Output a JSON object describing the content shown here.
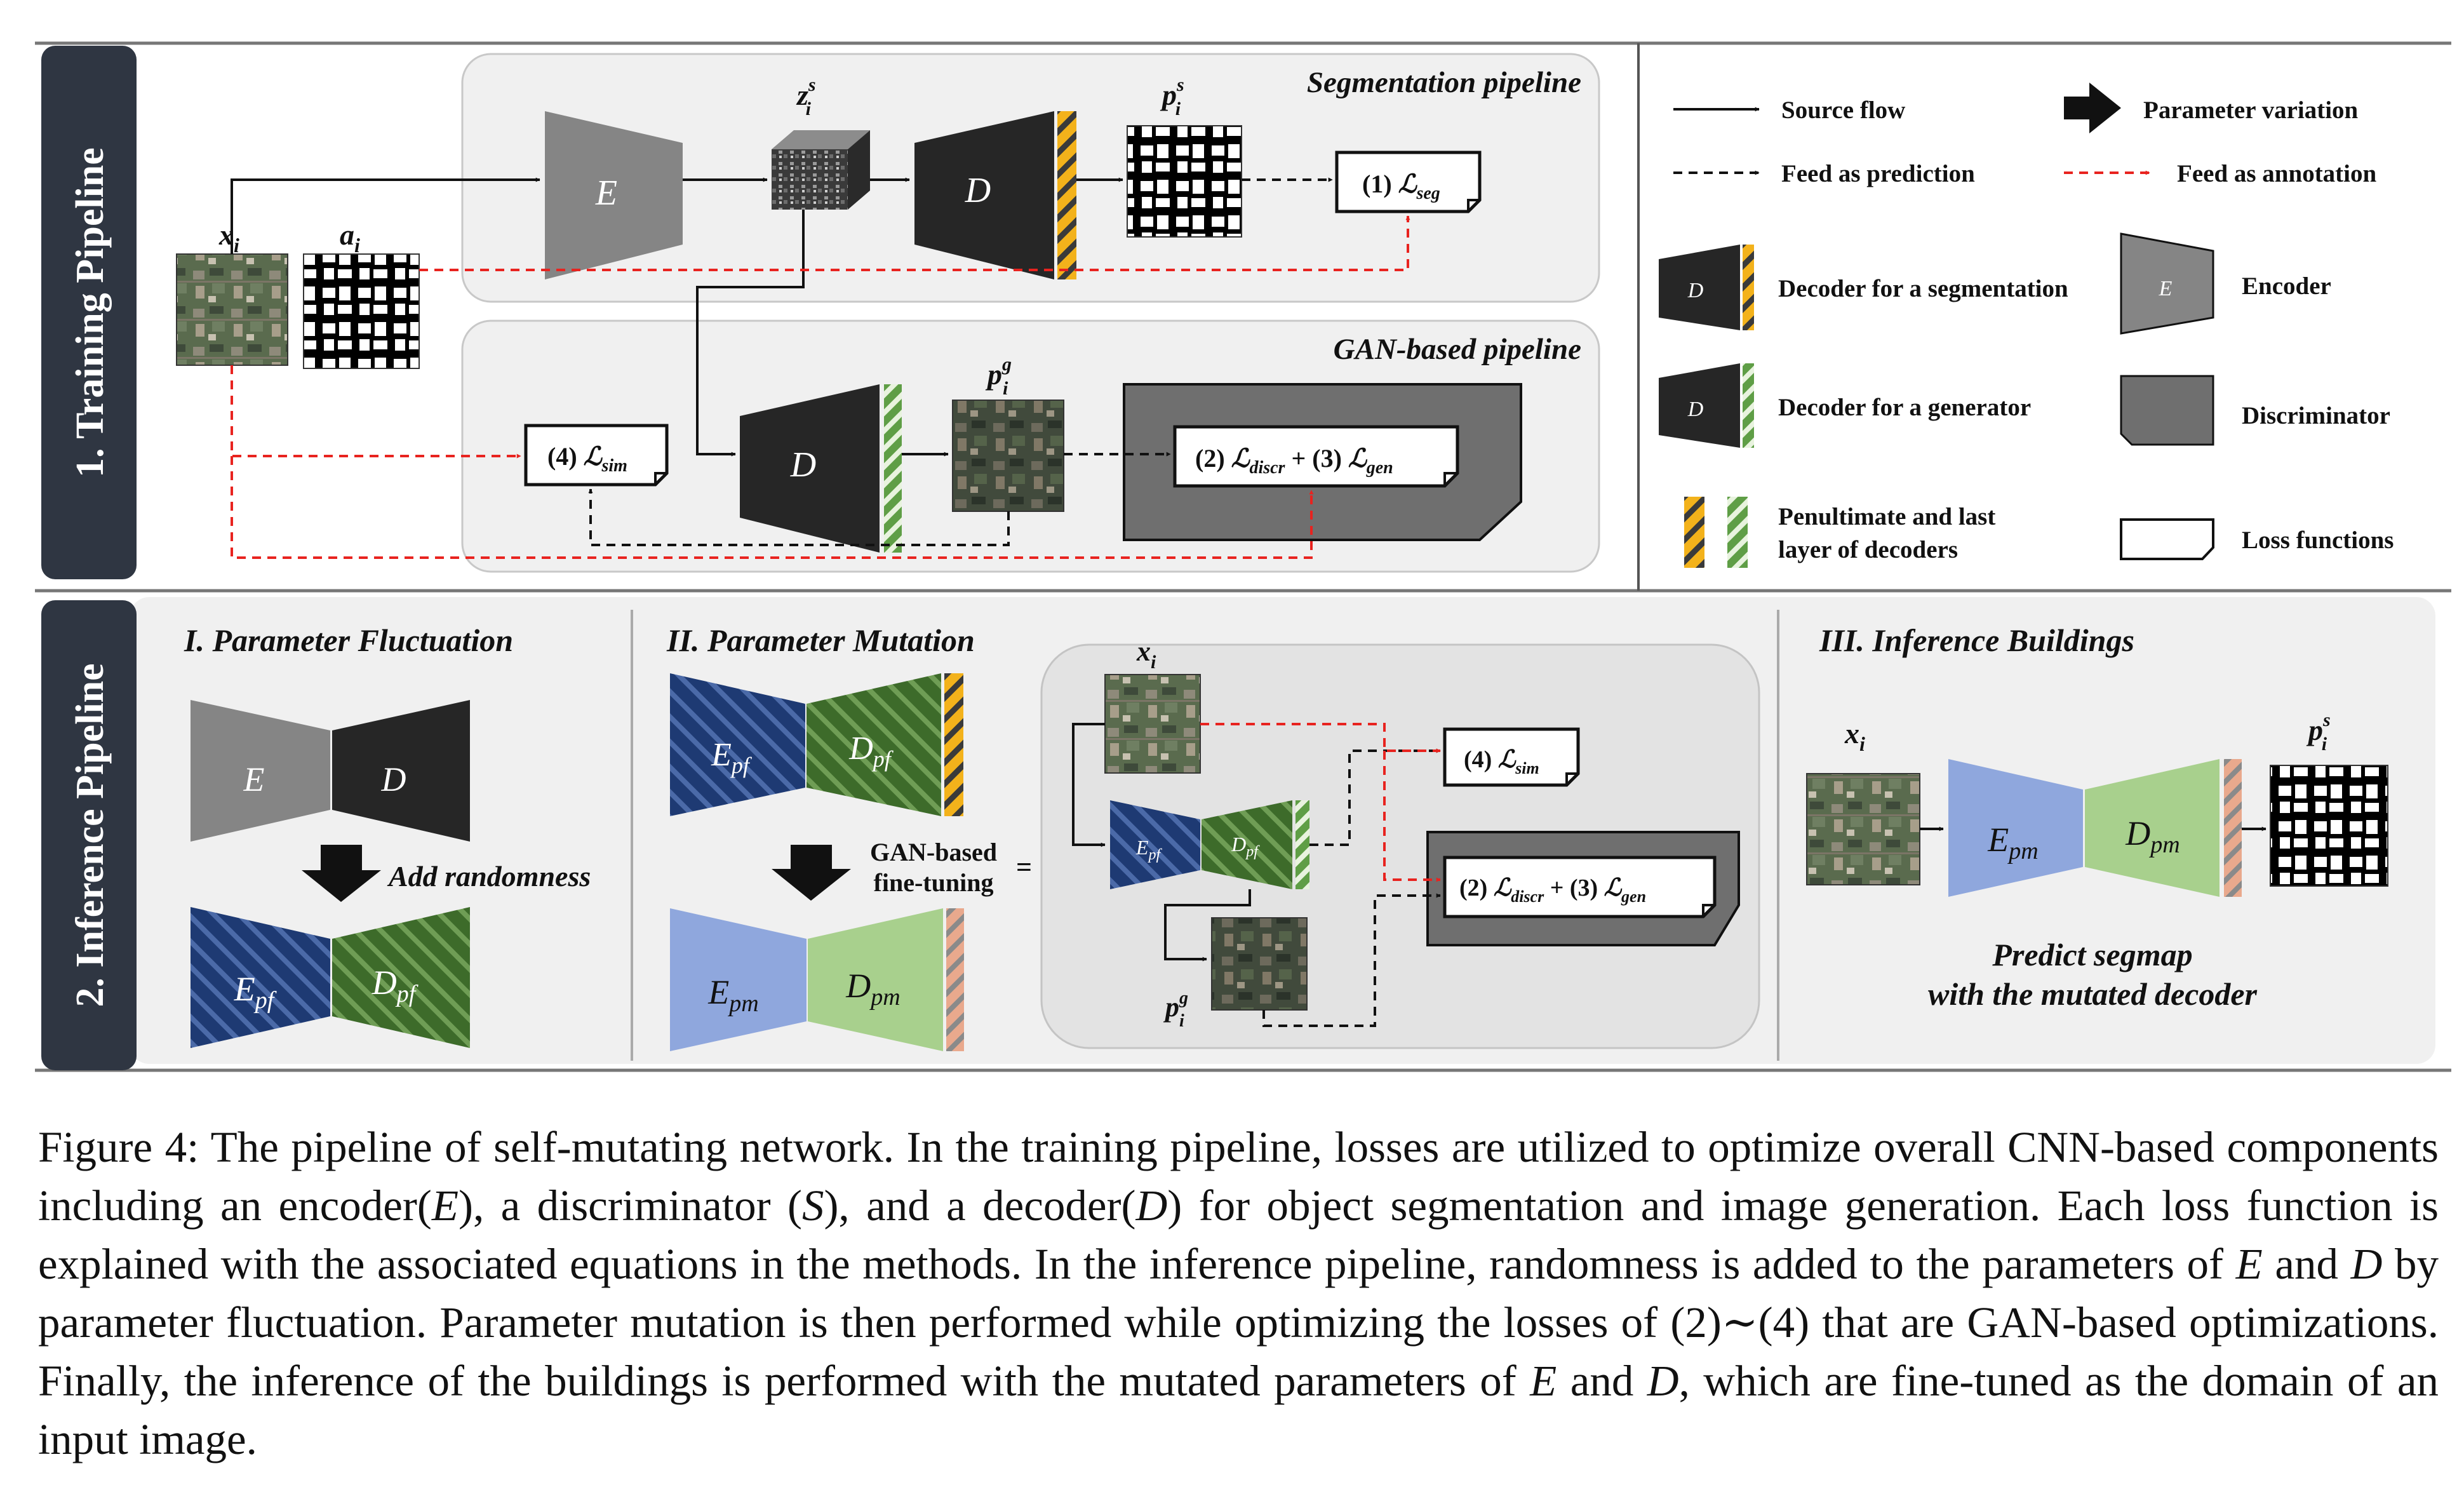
{
  "colors": {
    "accent_red": "#e8231f",
    "box_gray": "#6f6f6f",
    "decoder_dark": "#262626",
    "encoder_gray": "#858585",
    "penult_yellow": "#f3b21b",
    "last_green": "#5f9e46",
    "mutated_encoder": "#8fa7dd",
    "mutated_decoder": "#a8d08d",
    "mutated_stripe": "#e9a98d",
    "pf_blue": "#1e3a73",
    "pf_green": "#3d6b2a",
    "panel_bg": "#f0f0f0",
    "sidebar": "#2f3642"
  },
  "training": {
    "sidebar_label": "1. Training Pipeline",
    "seg_title": "Segmentation pipeline",
    "gan_title": "GAN-based pipeline",
    "x_label": "x",
    "x_sub": "i",
    "a_label": "a",
    "a_sub": "i",
    "z_label": "z",
    "z_sup": "s",
    "z_sub": "i",
    "ps_label": "p",
    "ps_sup": "s",
    "ps_sub": "i",
    "pg_label": "p",
    "pg_sup": "g",
    "pg_sub": "i",
    "encoder": "E",
    "decoder": "D",
    "loss_seg_num": "(1) ",
    "loss_seg_L": "ℒ",
    "loss_seg_sub": "seg",
    "loss_sim_num": "(4) ",
    "loss_sim_L": "ℒ",
    "loss_sim_sub": "sim",
    "loss_gan_num1": "(2) ",
    "loss_gan_L1": "ℒ",
    "loss_gan_sub1": "discr",
    "loss_gan_plus": " + (3) ",
    "loss_gan_L2": "ℒ",
    "loss_gan_sub2": "gen"
  },
  "legend": {
    "source_flow": "Source flow",
    "feed_prediction": "Feed as prediction",
    "parameter_variation": "Parameter variation",
    "feed_annotation": "Feed as annotation",
    "decoder_seg": "Decoder for a segmentation",
    "encoder": "Encoder",
    "decoder_gen": "Decoder for a generator",
    "discriminator": "Discriminator",
    "penult_line1": "Penultimate and last",
    "penult_line2": "layer of decoders",
    "loss_functions": "Loss functions",
    "icon_D": "D",
    "icon_E": "E"
  },
  "inference": {
    "sidebar_label": "2. Inference Pipeline",
    "s1_title": "I. Parameter Fluctuation",
    "s2_title": "II. Parameter Mutation",
    "s3_title": "III. Inference Buildings",
    "E": "E",
    "D": "D",
    "add_randomness": "Add randomness",
    "Epf": "E",
    "Epf_sub": "pf",
    "Dpf": "D",
    "Dpf_sub": "pf",
    "Epm": "E",
    "Epm_sub": "pm",
    "Dpm": "D",
    "Dpm_sub": "pm",
    "gan_ft_line1": "GAN-based",
    "gan_ft_line2": "fine-tuning",
    "equals": "=",
    "predict_line1": "Predict segmap",
    "predict_line2": "with the mutated decoder"
  },
  "caption": {
    "p1": "Figure 4: The pipeline of self-mutating network.  In the training pipeline, losses are utilized to optimize overall CNN-based components including an encoder(",
    "E1": "E",
    "p2": "), a discriminator (",
    "S1": "S",
    "p3": "), and a decoder(",
    "D1": "D",
    "p4": ") for object segmentation and image generation. Each loss function is explained with the associated equations in the methods. In the inference pipeline, randomness is added to the parameters of ",
    "E2": "E",
    "p5": " and ",
    "D2": "D",
    "p6": " by parameter fluctuation. Parameter mutation is then performed while optimizing the losses of (2)∼(4) that are GAN-based optimizations. Finally, the inference of the buildings is performed with the mutated parameters of ",
    "E3": "E",
    "p7": " and ",
    "D3": "D",
    "p8": ", which are fine-tuned as the domain of an input image."
  }
}
